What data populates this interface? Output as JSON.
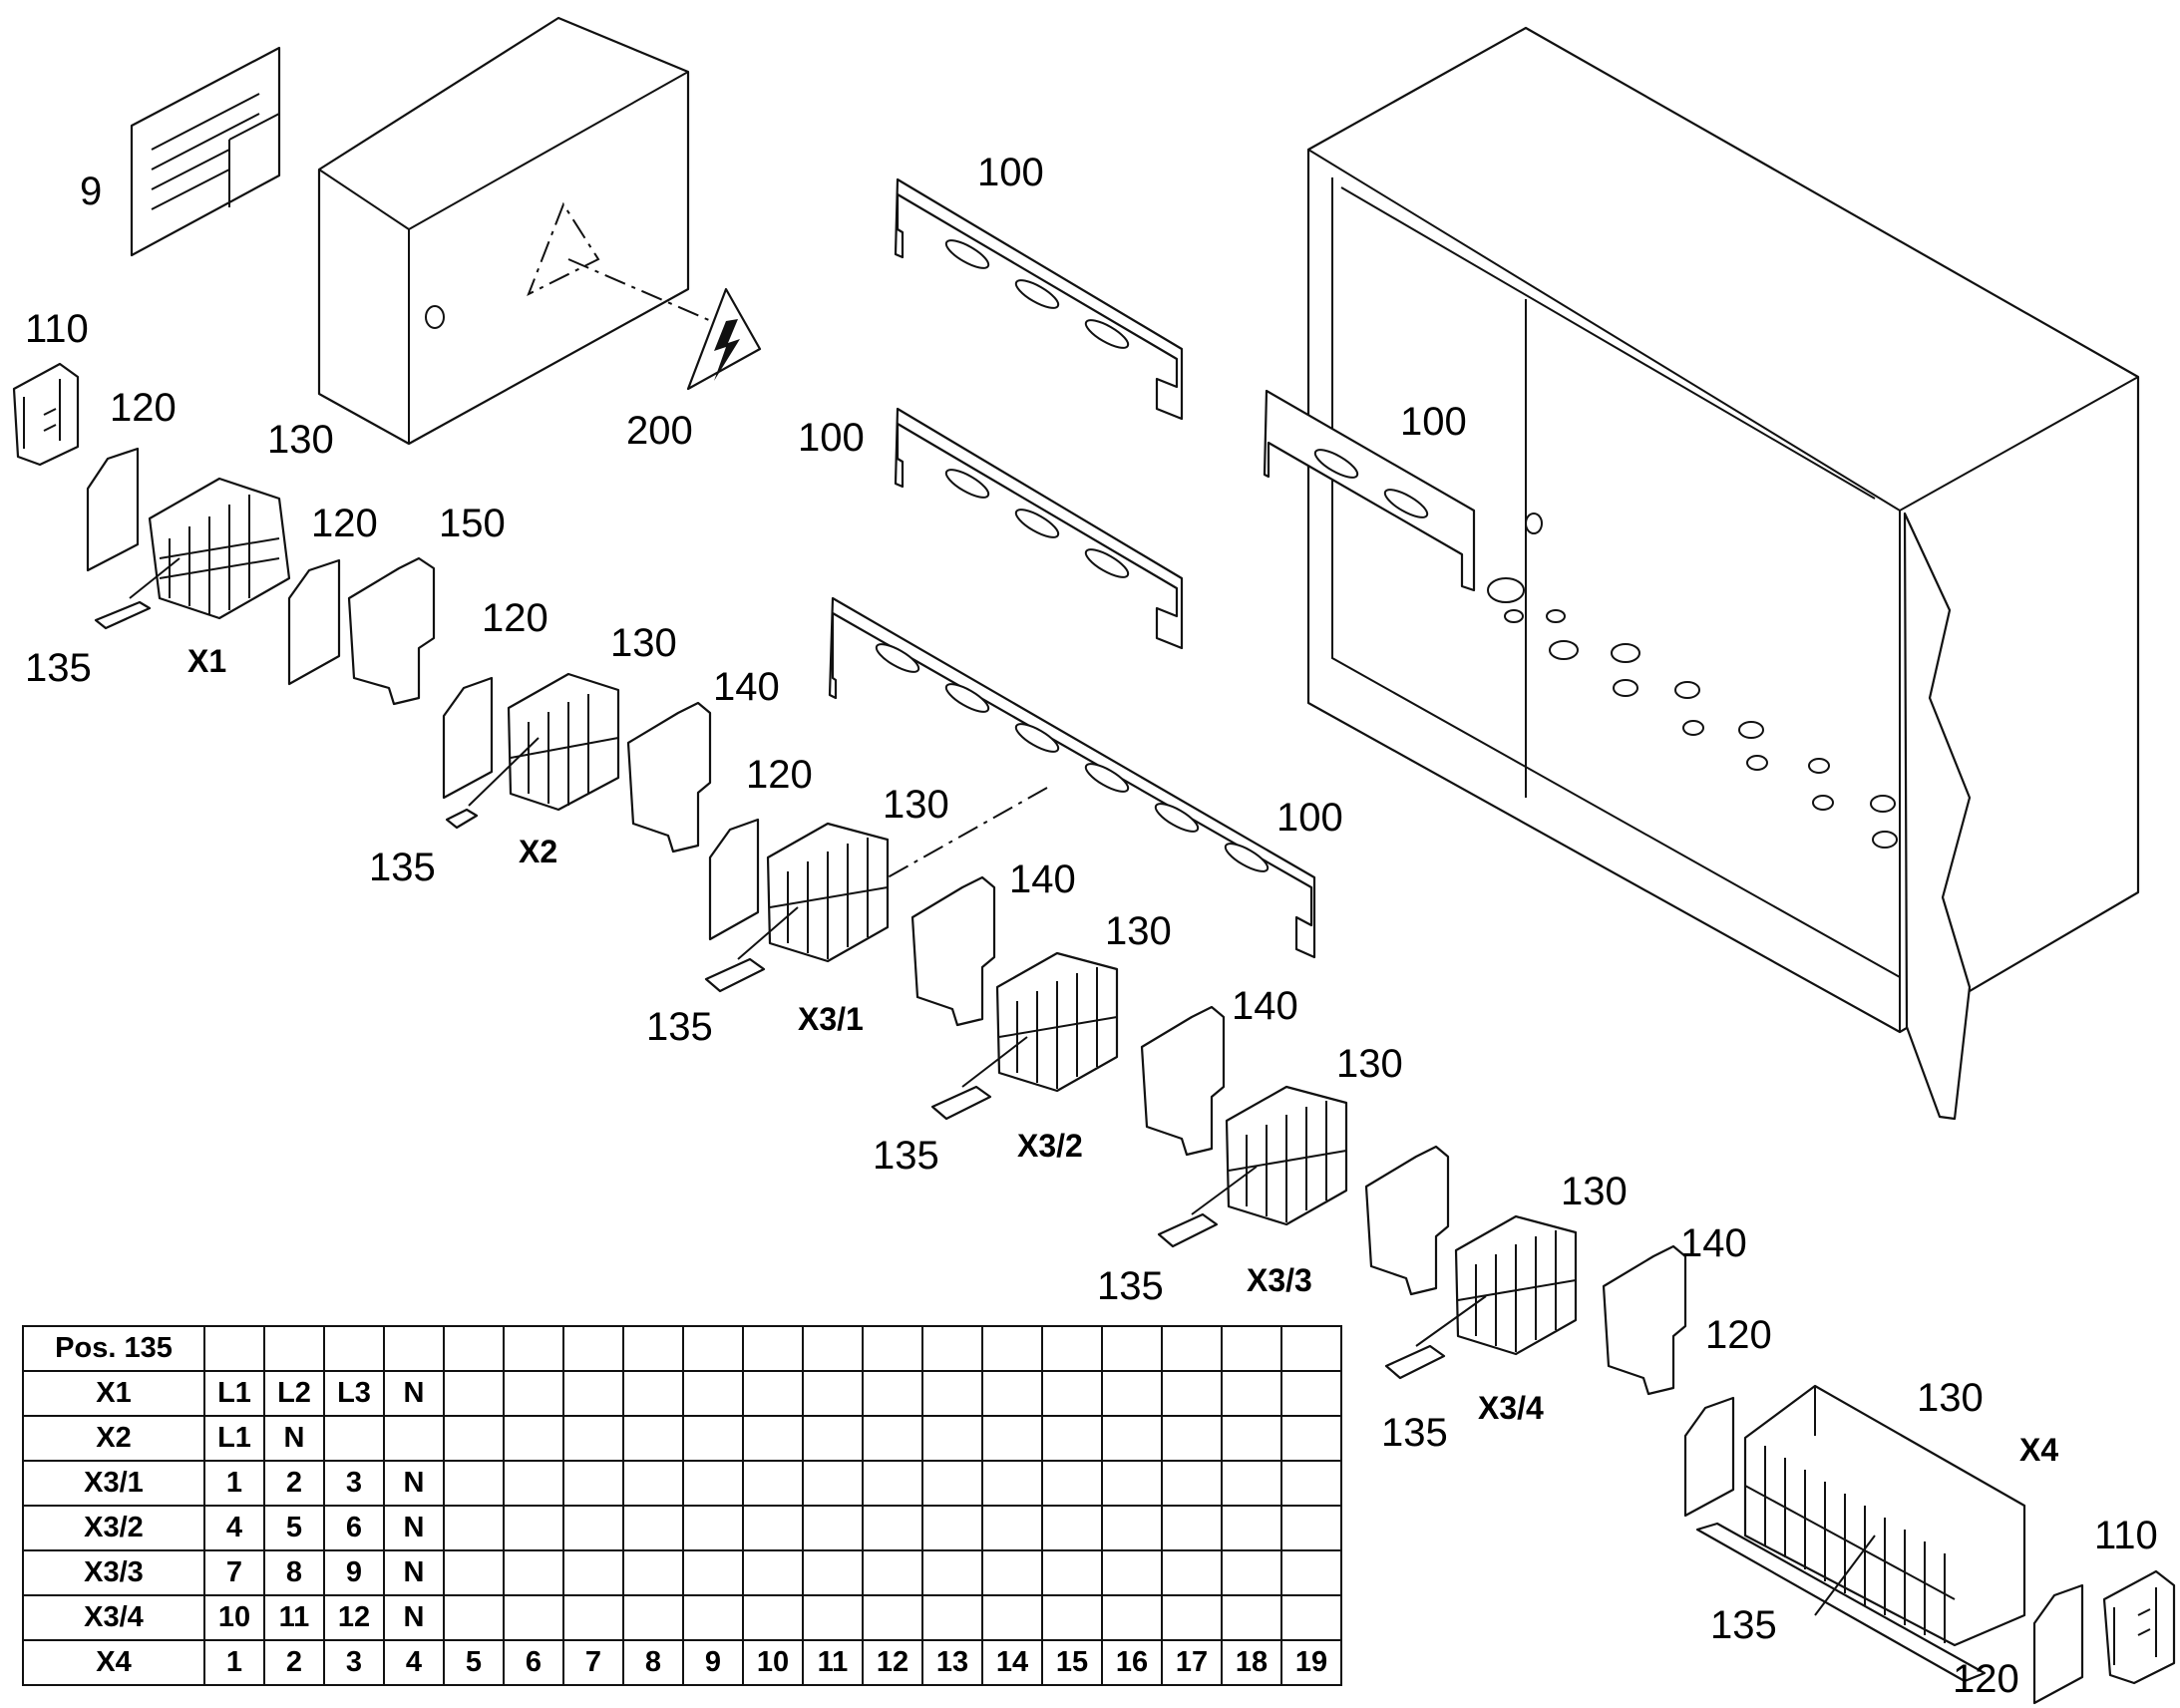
{
  "position_labels": {
    "doc": "9",
    "warning": "200",
    "rails": [
      "100",
      "100",
      "100",
      "100"
    ],
    "end_brackets": [
      "110",
      "110"
    ],
    "end_plates": [
      "120",
      "120",
      "120",
      "120",
      "120"
    ],
    "terminals": [
      "130",
      "130",
      "130",
      "130",
      "130",
      "130",
      "130"
    ],
    "markers": [
      "135",
      "135",
      "135",
      "135",
      "135",
      "135",
      "135"
    ],
    "separators": [
      "140",
      "140",
      "140",
      "140"
    ],
    "special": "150"
  },
  "group_tags": [
    "X1",
    "X2",
    "X3/1",
    "X3/2",
    "X3/3",
    "X3/4",
    "X4"
  ],
  "table": {
    "header": "Pos. 135",
    "rows": [
      {
        "label": "X1",
        "cells": [
          "L1",
          "L2",
          "L3",
          "N"
        ]
      },
      {
        "label": "X2",
        "cells": [
          "L1",
          "N"
        ]
      },
      {
        "label": "X3/1",
        "cells": [
          "1",
          "2",
          "3",
          "N"
        ]
      },
      {
        "label": "X3/2",
        "cells": [
          "4",
          "5",
          "6",
          "N"
        ]
      },
      {
        "label": "X3/3",
        "cells": [
          "7",
          "8",
          "9",
          "N"
        ]
      },
      {
        "label": "X3/4",
        "cells": [
          "10",
          "11",
          "12",
          "N"
        ]
      },
      {
        "label": "X4",
        "cells": [
          "1",
          "2",
          "3",
          "4",
          "5",
          "6",
          "7",
          "8",
          "9",
          "10",
          "11",
          "12",
          "13",
          "14",
          "15",
          "16",
          "17",
          "18",
          "19"
        ]
      }
    ]
  }
}
